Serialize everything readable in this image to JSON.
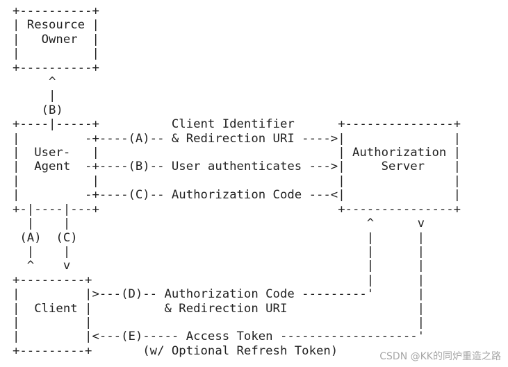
{
  "diagram": {
    "lines": [
      "+----------+",
      "| Resource |",
      "|   Owner  |",
      "|          |",
      "+----------+",
      "     ^",
      "     |",
      "    (B)",
      "+----|-----+          Client Identifier      +---------------+",
      "|         -+----(A)-- & Redirection URI ---->|               |",
      "|  User-   |                                 | Authorization |",
      "|  Agent  -+----(B)-- User authenticates --->|     Server    |",
      "|          |                                 |               |",
      "|         -+----(C)-- Authorization Code ---<|               |",
      "+-|----|---+                                 +---------------+",
      "  |    |                                         ^      v",
      " (A)  (C)                                        |      |",
      "  |    |                                         |      |",
      "  ^    v                                         |      |",
      "+---------+                                      |      |",
      "|         |>---(D)-- Authorization Code ---------'      |",
      "|  Client |          & Redirection URI                  |",
      "|         |                                             |",
      "|         |<---(E)----- Access Token -------------------'",
      "+---------+       (w/ Optional Refresh Token)"
    ]
  },
  "watermark": {
    "text": "CSDN @KK的同炉重造之路"
  }
}
